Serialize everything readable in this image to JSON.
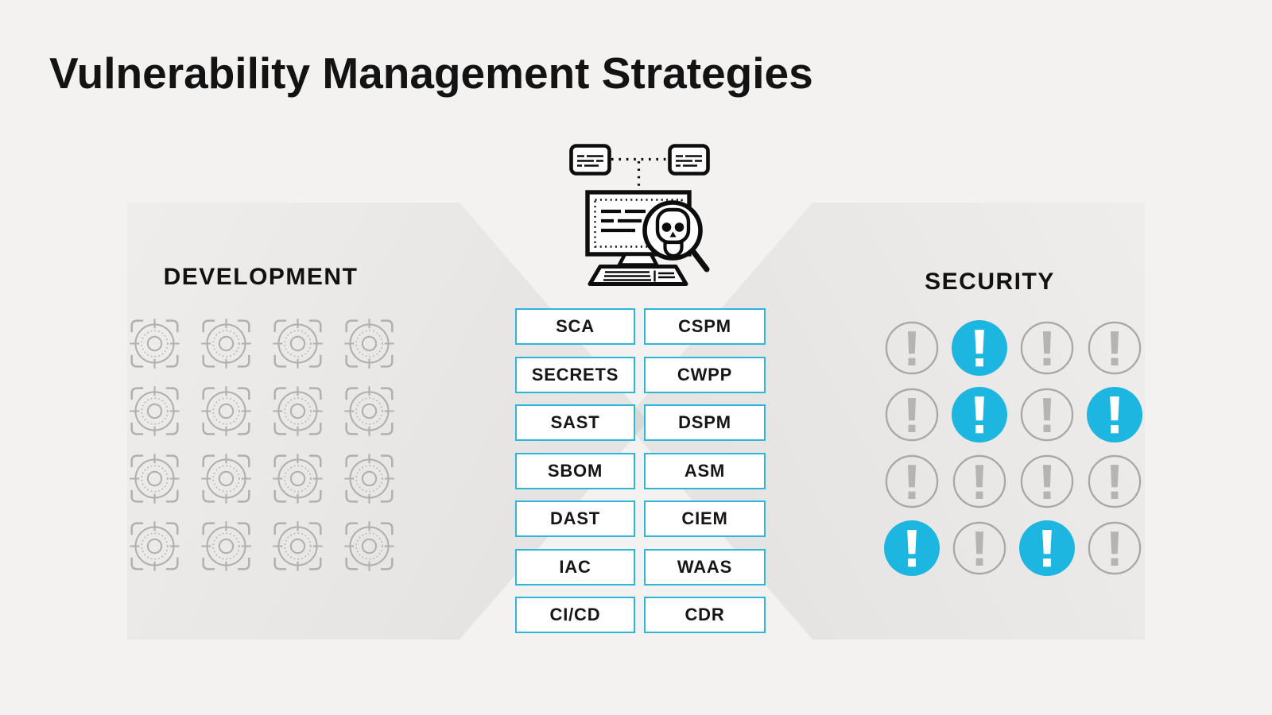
{
  "title": "Vulnerability Management Strategies",
  "development": {
    "label": "DEVELOPMENT",
    "grid": {
      "rows": 4,
      "cols": 4,
      "icon": "target-scope-icon"
    }
  },
  "security": {
    "label": "SECURITY",
    "grid": [
      [
        "off",
        "alert",
        "off",
        "off"
      ],
      [
        "off",
        "alert",
        "off",
        "alert"
      ],
      [
        "off",
        "off",
        "off",
        "off"
      ],
      [
        "alert",
        "off",
        "alert",
        "off"
      ]
    ],
    "icon_inactive": "alert-circle-outline-icon",
    "icon_active": "alert-circle-filled-icon"
  },
  "tools": {
    "left_column": [
      "SCA",
      "SECRETS",
      "SAST",
      "SBOM",
      "DAST",
      "IAC",
      "CI/CD"
    ],
    "right_column": [
      "CSPM",
      "CWPP",
      "DSPM",
      "ASM",
      "CIEM",
      "WAAS",
      "CDR"
    ]
  },
  "center_illustration": {
    "icons": [
      "code-card-icon",
      "code-card-icon",
      "dotted-connector",
      "monitor-code-icon",
      "magnifier-skull-icon",
      "keyboard-icon"
    ]
  },
  "colors": {
    "background": "#f3f2f1",
    "accent_cyan": "#1cb6e0",
    "box_border_cyan": "#2eb6da",
    "inactive_gray": "#a8a8a8",
    "glyph_gray": "#b5b4b3",
    "ink_black": "#0d0d0d"
  }
}
